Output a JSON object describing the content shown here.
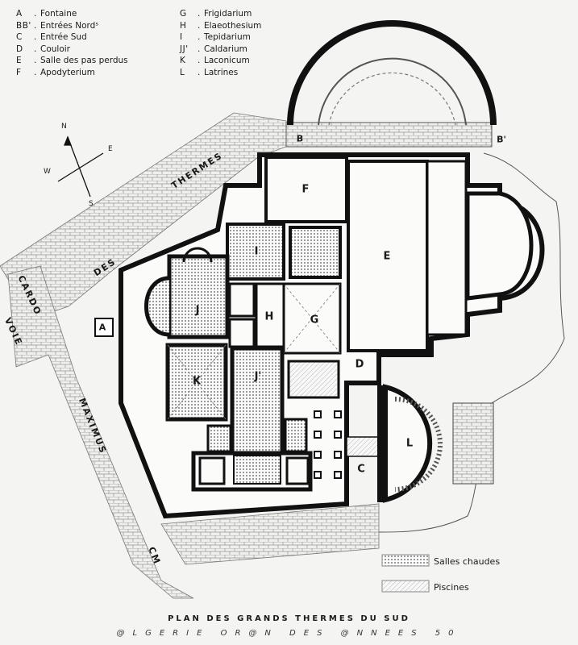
{
  "legend_left": [
    {
      "code": "A",
      "text": "Fontaine"
    },
    {
      "code": "BB'",
      "text": "Entrées Nordˢ"
    },
    {
      "code": "C",
      "text": "Entrée Sud"
    },
    {
      "code": "D",
      "text": "Couloir"
    },
    {
      "code": "E",
      "text": "Salle des pas perdus"
    },
    {
      "code": "F",
      "text": "Apodyterium"
    }
  ],
  "legend_right": [
    {
      "code": "G",
      "text": "Frigidarium"
    },
    {
      "code": "H",
      "text": "Elaeothesium"
    },
    {
      "code": "I",
      "text": "Tepidarium"
    },
    {
      "code": "JJ'",
      "text": "Caldarium"
    },
    {
      "code": "K",
      "text": "Laconicum"
    },
    {
      "code": "L",
      "text": "Latrines"
    }
  ],
  "room_labels": {
    "A": "A",
    "B": "B",
    "B2": "B'",
    "C": "C",
    "D": "D",
    "E": "E",
    "F": "F",
    "G": "G",
    "H": "H",
    "I": "I",
    "J": "J",
    "J2": "J'",
    "K": "K",
    "L": "L"
  },
  "streets": {
    "thermes": "THERMES",
    "des": "DES",
    "voie": "VOIE",
    "cardo": "CARDO",
    "maximus": "MAXIMUS",
    "cm": "CM"
  },
  "compass": {
    "n": "N",
    "s": "S",
    "e": "E",
    "w": "W"
  },
  "key": {
    "hot_rooms": "Salles chaudes",
    "pools": "Piscines"
  },
  "caption": "PLAN DES GRANDS THERMES DU SUD",
  "watermark": "@LGERIE OR@N DES @NNEES 50"
}
